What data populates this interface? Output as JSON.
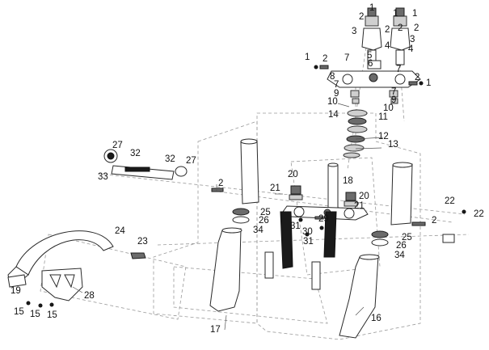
{
  "callouts": [
    {
      "id": "c1a",
      "text": "1"
    },
    {
      "id": "c2a",
      "text": "2"
    },
    {
      "id": "c3a",
      "text": "3"
    },
    {
      "id": "c2b",
      "text": "2"
    },
    {
      "id": "c4a",
      "text": "4"
    },
    {
      "id": "c1b",
      "text": "1"
    },
    {
      "id": "c2c",
      "text": "2"
    },
    {
      "id": "c2d",
      "text": "2"
    },
    {
      "id": "c3b",
      "text": "3"
    },
    {
      "id": "c4b",
      "text": "4"
    },
    {
      "id": "c1c",
      "text": "1"
    },
    {
      "id": "c5",
      "text": "5"
    },
    {
      "id": "c6",
      "text": "6"
    },
    {
      "id": "c7a",
      "text": "7"
    },
    {
      "id": "c7b",
      "text": "7"
    },
    {
      "id": "c1d",
      "text": "1"
    },
    {
      "id": "c2e",
      "text": "2"
    },
    {
      "id": "c8",
      "text": "8"
    },
    {
      "id": "c2f",
      "text": "2"
    },
    {
      "id": "c1e",
      "text": "1"
    },
    {
      "id": "c7c",
      "text": "7"
    },
    {
      "id": "c9a",
      "text": "9"
    },
    {
      "id": "c10a",
      "text": "10"
    },
    {
      "id": "c7d",
      "text": "7"
    },
    {
      "id": "c9b",
      "text": "9"
    },
    {
      "id": "c10b",
      "text": "10"
    },
    {
      "id": "c14",
      "text": "14"
    },
    {
      "id": "c11",
      "text": "11"
    },
    {
      "id": "c12",
      "text": "12"
    },
    {
      "id": "c13",
      "text": "13"
    },
    {
      "id": "c27a",
      "text": "27"
    },
    {
      "id": "c32a",
      "text": "32"
    },
    {
      "id": "c32b",
      "text": "32"
    },
    {
      "id": "c27b",
      "text": "27"
    },
    {
      "id": "c33",
      "text": "33"
    },
    {
      "id": "c2g",
      "text": "2"
    },
    {
      "id": "c20a",
      "text": "20"
    },
    {
      "id": "c18",
      "text": "18"
    },
    {
      "id": "c21a",
      "text": "21"
    },
    {
      "id": "c20b",
      "text": "20"
    },
    {
      "id": "c21b",
      "text": "21"
    },
    {
      "id": "c22a",
      "text": "22"
    },
    {
      "id": "c22b",
      "text": "22"
    },
    {
      "id": "c25a",
      "text": "25"
    },
    {
      "id": "c26a",
      "text": "26"
    },
    {
      "id": "c29",
      "text": "29"
    },
    {
      "id": "c2h",
      "text": "2"
    },
    {
      "id": "c34a",
      "text": "34"
    },
    {
      "id": "c31a",
      "text": "31"
    },
    {
      "id": "c30",
      "text": "30"
    },
    {
      "id": "c31b",
      "text": "31"
    },
    {
      "id": "c25b",
      "text": "25"
    },
    {
      "id": "c26b",
      "text": "26"
    },
    {
      "id": "c34b",
      "text": "34"
    },
    {
      "id": "c24",
      "text": "24"
    },
    {
      "id": "c23",
      "text": "23"
    },
    {
      "id": "c19",
      "text": "19"
    },
    {
      "id": "c28",
      "text": "28"
    },
    {
      "id": "c15a",
      "text": "15"
    },
    {
      "id": "c15b",
      "text": "15"
    },
    {
      "id": "c15c",
      "text": "15"
    },
    {
      "id": "c17",
      "text": "17"
    },
    {
      "id": "c16",
      "text": "16"
    }
  ]
}
